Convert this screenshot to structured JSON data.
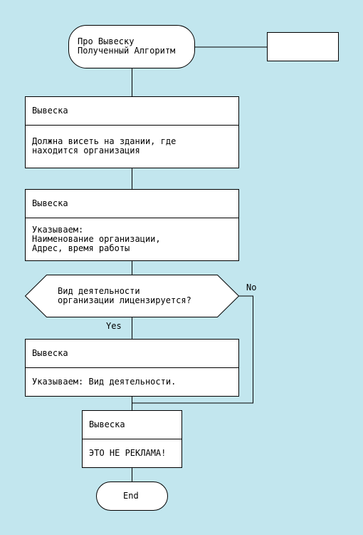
{
  "start": {
    "line1": "Про Вывеску",
    "line2": "Полученный Алгоритм"
  },
  "block1": {
    "title": "Вывеска",
    "line1": "Должна висеть на здании, где",
    "line2": "находится организация"
  },
  "block2": {
    "title": "Вывеска",
    "line1": "Указываем:",
    "line2": "Наименование организации,",
    "line3": "Адрес, время работы"
  },
  "decision": {
    "line1": "Вид деятельности",
    "line2": "организации лицензируется?",
    "yes_label": "Yes",
    "no_label": "No"
  },
  "block3": {
    "title": "Вывеска",
    "line1": "Указываем: Вид деятельности."
  },
  "block4": {
    "title": "Вывеска",
    "line1": "ЭТО НЕ РЕКЛАМА!"
  },
  "end": {
    "label": "End"
  },
  "colors": {
    "background": "#c2e6ee",
    "shape_fill": "#ffffff",
    "stroke": "#000000"
  }
}
